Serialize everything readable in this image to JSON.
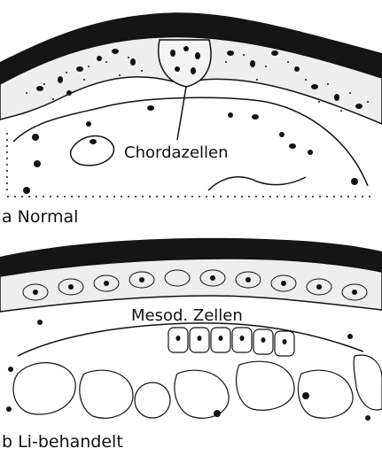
{
  "panel_a": {
    "label": "Chordazellen",
    "caption": "a Normal"
  },
  "panel_b": {
    "label": "Mesod. Zellen",
    "caption": "b Li-behandelt"
  },
  "colors": {
    "ink": "#111111",
    "background": "#ffffff"
  }
}
